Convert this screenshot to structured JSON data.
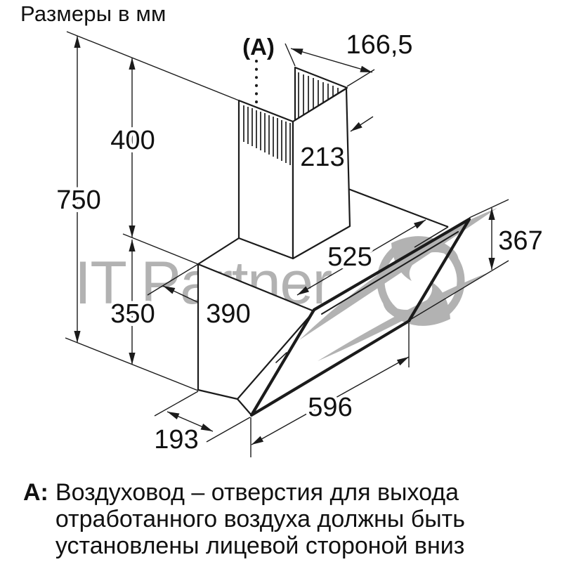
{
  "title": "Размеры в мм",
  "watermark": {
    "text": "IT Partner"
  },
  "diagram": {
    "duct_label": "(A)",
    "dims": {
      "total_height": "750",
      "chimney_height": "400",
      "body_height": "350",
      "chimney_top_width": "166,5",
      "duct_side": "213",
      "top_width": "525",
      "front_glass_height": "367",
      "top_depth": "390",
      "glass_width": "596",
      "bottom_depth": "193"
    }
  },
  "note": {
    "prefix": "A:",
    "lines": [
      "Воздуховод – отверстия для выхода",
      "отработанного воздуха должны быть",
      "установлены лицевой стороной вниз"
    ]
  }
}
